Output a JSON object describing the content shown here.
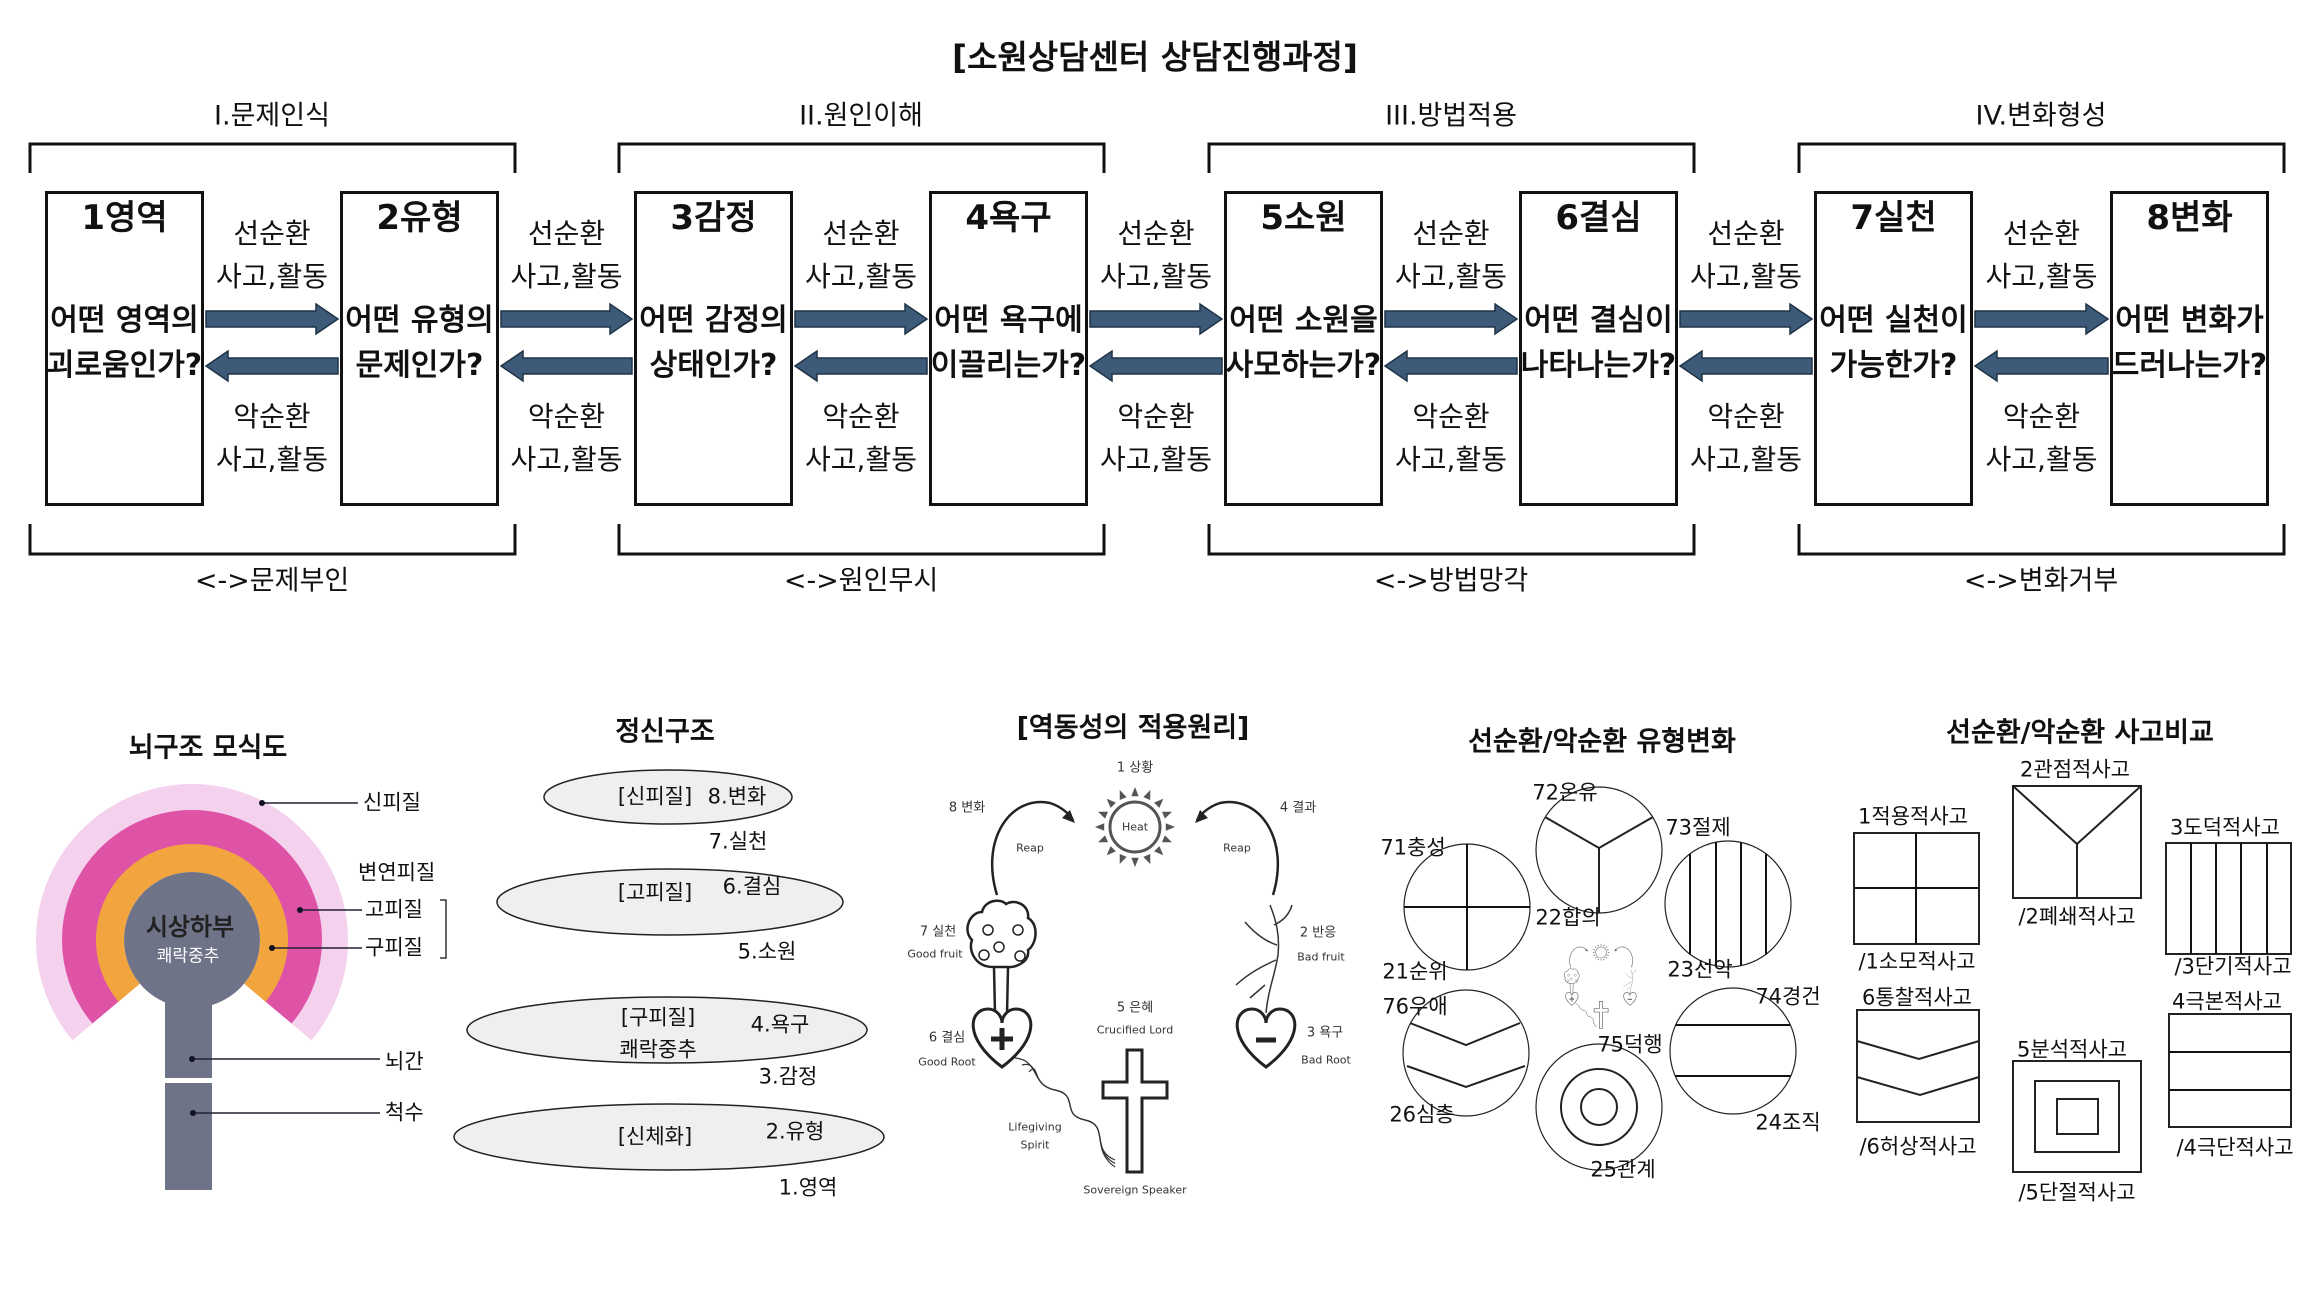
{
  "title": "[소원상담센터 상담진행과정]",
  "phases": [
    {
      "label": "I.문제인식",
      "opposite": "<->문제부인"
    },
    {
      "label": "II.원인이해",
      "opposite": "<->원인무시"
    },
    {
      "label": "III.방법적용",
      "opposite": "<->방법망각"
    },
    {
      "label": "IV.변화형성",
      "opposite": "<->변화거부"
    }
  ],
  "steps": [
    {
      "label": "1영역",
      "q1": "어떤 영역의",
      "q2": "괴로움인가?"
    },
    {
      "label": "2유형",
      "q1": "어떤 유형의",
      "q2": "문제인가?"
    },
    {
      "label": "3감정",
      "q1": "어떤 감정의",
      "q2": "상태인가?"
    },
    {
      "label": "4욕구",
      "q1": "어떤 욕구에",
      "q2": "이끌리는가?"
    },
    {
      "label": "5소원",
      "q1": "어떤 소원을",
      "q2": "사모하는가?"
    },
    {
      "label": "6결심",
      "q1": "어떤 결심이",
      "q2": "나타나는가?"
    },
    {
      "label": "7실천",
      "q1": "어떤 실천이",
      "q2": "가능한가?"
    },
    {
      "label": "8변화",
      "q1": "어떤 변화가",
      "q2": "드러나는가?"
    }
  ],
  "connector": {
    "good": "선순환",
    "bad": "악순환",
    "activity": "사고,활동"
  },
  "colors": {
    "arrow": "#3d5a78",
    "arrow_outline": "#1f3347",
    "outer_cortex": "#f4d2ee",
    "neocortex": "#de53a6",
    "limbic": "#f2a43e",
    "core": "#6e7388"
  },
  "brain": {
    "title": "뇌구조 모식도",
    "labels": {
      "sin": "신피질",
      "limbic": "변연피질",
      "go": "고피질",
      "gu": "구피질",
      "stem": "뇌간",
      "spine": "척수"
    },
    "core": "시상하부",
    "core_sub": "쾌락중추"
  },
  "mind": {
    "title": "정신구조",
    "layers": [
      {
        "tag": "[신피질]",
        "upper": "8.변화",
        "lower": "7.실천"
      },
      {
        "tag": "[고피질]",
        "upper": "6.결심",
        "lower": "5.소원"
      },
      {
        "tag": "[구피질]",
        "sub": "쾌락중추",
        "upper": "4.욕구",
        "lower": "3.감정"
      },
      {
        "tag": "[신체화]",
        "upper": "2.유형",
        "lower": "1.영역"
      }
    ]
  },
  "dynamics": {
    "title": "[역동성의 적용원리]",
    "situation": "1 상황",
    "heat": "Heat",
    "change": "8 변화",
    "result": "4 결과",
    "reap": "Reap",
    "practice": "7 실천",
    "good_fruit": "Good fruit",
    "reaction": "2 반응",
    "bad_fruit": "Bad fruit",
    "resolve": "6 결심",
    "good_root": "Good Root",
    "desire": "3 욕구",
    "bad_root": "Bad Root",
    "grace": "5 은혜",
    "crucified": "Crucified Lord",
    "spirit1": "Lifegiving",
    "spirit2": "Spirit",
    "speaker": "Sovereign Speaker"
  },
  "types": {
    "title": "선순환/악순환 유형변화",
    "labels": [
      "71충성",
      "21순위",
      "72온유",
      "22합의",
      "73절제",
      "23선악",
      "76우애",
      "26심층",
      "75덕행",
      "25관계",
      "74경건",
      "24조직"
    ]
  },
  "thinking": {
    "title": "선순환/악순환 사고비교",
    "boxes": [
      {
        "good": "1적용적사고",
        "bad": "/1소모적사고"
      },
      {
        "good": "2관점적사고",
        "bad": "/2폐쇄적사고"
      },
      {
        "good": "3도덕적사고",
        "bad": "/3단기적사고"
      },
      {
        "good": "4극본적사고",
        "bad": "/4극단적사고"
      },
      {
        "good": "5분석적사고",
        "bad": "/5단절적사고"
      },
      {
        "good": "6통찰적사고",
        "bad": "/6허상적사고"
      }
    ]
  }
}
